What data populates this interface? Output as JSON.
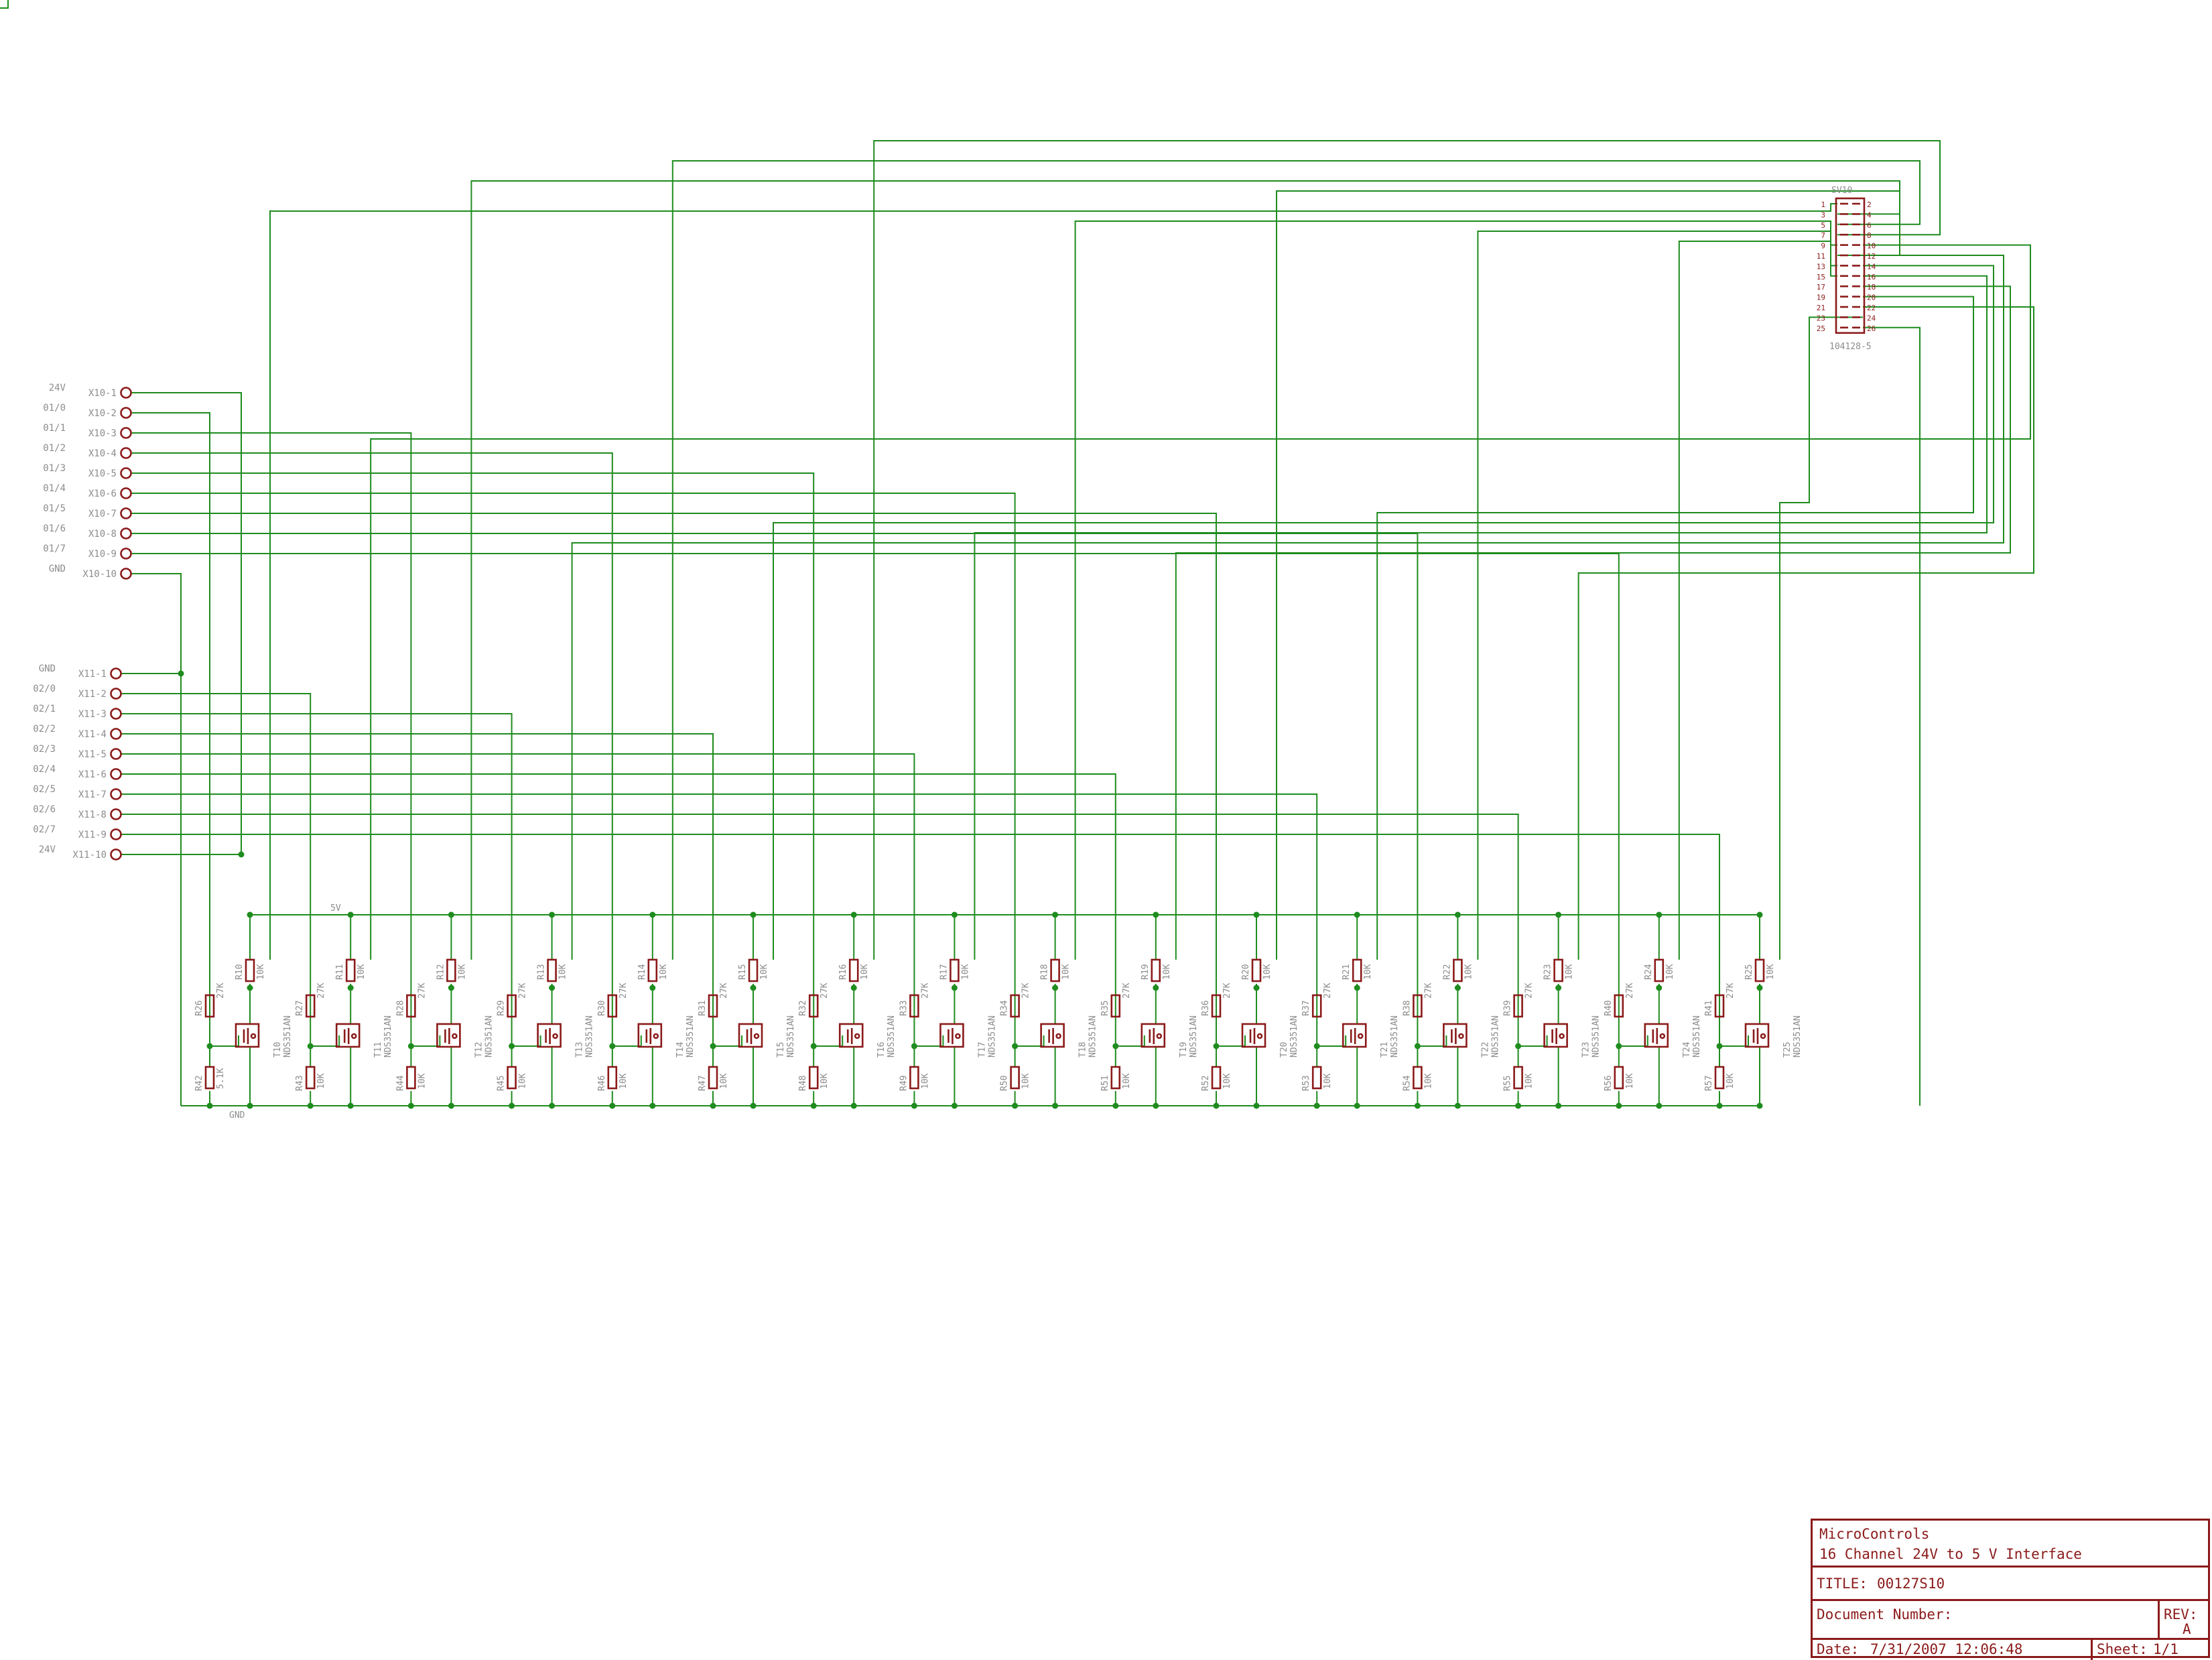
{
  "connectors": {
    "x10": {
      "pins": [
        "X10-1",
        "X10-2",
        "X10-3",
        "X10-4",
        "X10-5",
        "X10-6",
        "X10-7",
        "X10-8",
        "X10-9",
        "X10-10"
      ],
      "nets": [
        "24V",
        "01/0",
        "01/1",
        "01/2",
        "01/3",
        "01/4",
        "01/5",
        "01/6",
        "01/7",
        "GND"
      ]
    },
    "x11": {
      "pins": [
        "X11-1",
        "X11-2",
        "X11-3",
        "X11-4",
        "X11-5",
        "X11-6",
        "X11-7",
        "X11-8",
        "X11-9",
        "X11-10"
      ],
      "nets": [
        "GND",
        "02/0",
        "02/1",
        "02/2",
        "02/3",
        "02/4",
        "02/5",
        "02/6",
        "02/7",
        "24V"
      ]
    },
    "sv10": {
      "name": "SV10",
      "part": "104128-5",
      "left_pins": [
        "1",
        "3",
        "5",
        "7",
        "9",
        "11",
        "13",
        "15",
        "17",
        "19",
        "21",
        "23",
        "25"
      ],
      "right_pins": [
        "2",
        "4",
        "6",
        "8",
        "10",
        "12",
        "14",
        "16",
        "18",
        "20",
        "22",
        "24",
        "26"
      ]
    }
  },
  "rails": {
    "supply_label": "5V",
    "ground_label": "GND"
  },
  "channels": [
    {
      "ti": "R26",
      "tv": "27K",
      "pi": "R10",
      "pv": "10K",
      "bi": "R42",
      "bv": "5.1K",
      "t": "T10",
      "tp": "NDS351AN"
    },
    {
      "ti": "R27",
      "tv": "27K",
      "pi": "R11",
      "pv": "10K",
      "bi": "R43",
      "bv": "10K",
      "t": "T11",
      "tp": "NDS351AN"
    },
    {
      "ti": "R28",
      "tv": "27K",
      "pi": "R12",
      "pv": "10K",
      "bi": "R44",
      "bv": "10K",
      "t": "T12",
      "tp": "NDS351AN"
    },
    {
      "ti": "R29",
      "tv": "27K",
      "pi": "R13",
      "pv": "10K",
      "bi": "R45",
      "bv": "10K",
      "t": "T13",
      "tp": "NDS351AN"
    },
    {
      "ti": "R30",
      "tv": "27K",
      "pi": "R14",
      "pv": "10K",
      "bi": "R46",
      "bv": "10K",
      "t": "T14",
      "tp": "NDS351AN"
    },
    {
      "ti": "R31",
      "tv": "27K",
      "pi": "R15",
      "pv": "10K",
      "bi": "R47",
      "bv": "10K",
      "t": "T15",
      "tp": "NDS351AN"
    },
    {
      "ti": "R32",
      "tv": "27K",
      "pi": "R16",
      "pv": "10K",
      "bi": "R48",
      "bv": "10K",
      "t": "T16",
      "tp": "NDS351AN"
    },
    {
      "ti": "R33",
      "tv": "27K",
      "pi": "R17",
      "pv": "10K",
      "bi": "R49",
      "bv": "10K",
      "t": "T17",
      "tp": "NDS351AN"
    },
    {
      "ti": "R34",
      "tv": "27K",
      "pi": "R18",
      "pv": "10K",
      "bi": "R50",
      "bv": "10K",
      "t": "T18",
      "tp": "NDS351AN"
    },
    {
      "ti": "R35",
      "tv": "27K",
      "pi": "R19",
      "pv": "10K",
      "bi": "R51",
      "bv": "10K",
      "t": "T19",
      "tp": "NDS351AN"
    },
    {
      "ti": "R36",
      "tv": "27K",
      "pi": "R20",
      "pv": "10K",
      "bi": "R52",
      "bv": "10K",
      "t": "T20",
      "tp": "NDS351AN"
    },
    {
      "ti": "R37",
      "tv": "27K",
      "pi": "R21",
      "pv": "10K",
      "bi": "R53",
      "bv": "10K",
      "t": "T21",
      "tp": "NDS351AN"
    },
    {
      "ti": "R38",
      "tv": "27K",
      "pi": "R22",
      "pv": "10K",
      "bi": "R54",
      "bv": "10K",
      "t": "T22",
      "tp": "NDS351AN"
    },
    {
      "ti": "R39",
      "tv": "27K",
      "pi": "R23",
      "pv": "10K",
      "bi": "R55",
      "bv": "10K",
      "t": "T23",
      "tp": "NDS351AN"
    },
    {
      "ti": "R40",
      "tv": "27K",
      "pi": "R24",
      "pv": "10K",
      "bi": "R56",
      "bv": "10K",
      "t": "T24",
      "tp": "NDS351AN"
    },
    {
      "ti": "R41",
      "tv": "27K",
      "pi": "R25",
      "pv": "10K",
      "bi": "R57",
      "bv": "10K",
      "t": "T25",
      "tp": "NDS351AN"
    }
  ],
  "title_block": {
    "company": "MicroControls",
    "description": "16 Channel 24V to 5 V Interface",
    "title_label": "TITLE:",
    "title_value": "00127S10",
    "docnum_label": "Document Number:",
    "rev_label": "REV:",
    "rev_value": "A",
    "date_label": "Date:",
    "date_value": "7/31/2007 12:06:48",
    "sheet_label": "Sheet:",
    "sheet_value": "1/1"
  },
  "colors": {
    "wire": "#1e8c1e",
    "symbol": "#8b1a1a",
    "label": "#8c8c8c"
  }
}
